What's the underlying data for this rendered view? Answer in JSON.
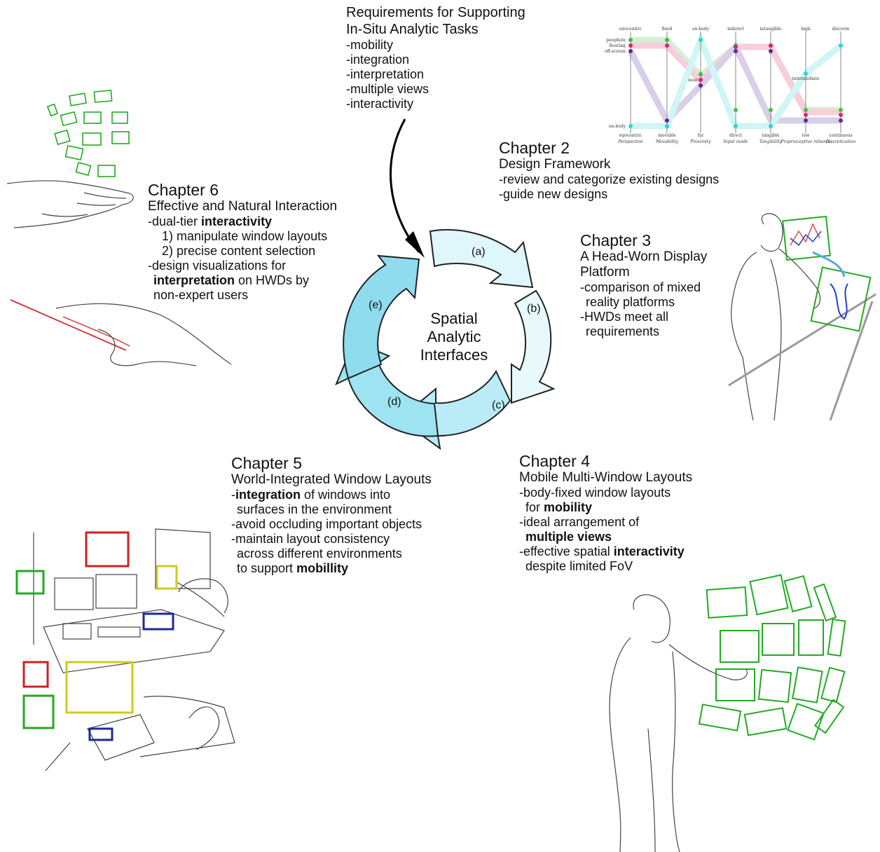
{
  "requirements": {
    "title_line1": "Requirements for Supporting",
    "title_line2": "In-Situ Analytic Tasks",
    "items": [
      "-mobility",
      "-integration",
      "-interpretation",
      "-multiple views",
      "-interactivity"
    ]
  },
  "center": {
    "line1": "Spatial",
    "line2": "Analytic",
    "line3": "Interfaces"
  },
  "cycle_labels": [
    "(a)",
    "(b)",
    "(c)",
    "(d)",
    "(e)"
  ],
  "chapter2": {
    "heading": "Chapter 2",
    "subtitle": "Design Framework",
    "line1": "-review and categorize existing designs",
    "line2": "-guide new designs"
  },
  "chapter3": {
    "heading": "Chapter 3",
    "subtitle1": "A Head-Worn Display",
    "subtitle2": "Platform",
    "line1": "-comparison of mixed",
    "line2": "reality platforms",
    "line3": "-HWDs meet all",
    "line4": "requirements"
  },
  "chapter4": {
    "heading": "Chapter 4",
    "subtitle": "Mobile Multi-Window Layouts",
    "l1": "-body-fixed window layouts",
    "l2a": "for ",
    "l2b": "mobility",
    "l3": "-ideal arrangement of",
    "l4": "multiple views",
    "l5a": "-effective spatial ",
    "l5b": "interactivity",
    "l6": "despite limited FoV"
  },
  "chapter5": {
    "heading": "Chapter 5",
    "subtitle": "World-Integrated Window Layouts",
    "l1a": "-",
    "l1b": "integration",
    "l1c": " of windows into",
    "l2": "surfaces in the environment",
    "l3": "-avoid occluding important objects",
    "l4": "-maintain layout consistency",
    "l5": "across different environments",
    "l6a": "to support ",
    "l6b": "mobillity"
  },
  "chapter6": {
    "heading": "Chapter 6",
    "subtitle": "Effective and Natural Interaction",
    "l1a": "-dual-tier ",
    "l1b": "interactivity",
    "l2": "1) manipulate window layouts",
    "l3": "2) precise content selection",
    "l4": "-design visualizations for",
    "l5a": "interpretation",
    "l5b": " on HWDs by",
    "l6": "non-expert users"
  },
  "parallel_coords": {
    "top_labels": [
      "exocentric",
      "fixed",
      "on-body",
      "indirect",
      "intangible",
      "high",
      "discrete"
    ],
    "bottom_labels": [
      "egocentric",
      "movable",
      "far",
      "direct",
      "tangible",
      "low",
      "continuous"
    ],
    "axis_names": [
      "Perspective",
      "Movability",
      "Proximity",
      "Input mode",
      "Tangibility",
      "Proprioceptive reliance",
      "Discretization"
    ],
    "legend": [
      "peephole",
      "floating",
      "off-screen"
    ],
    "mid_labels": [
      "near",
      "intermediate"
    ],
    "bottom_left_label": "on-body",
    "colors": {
      "peephole": "#3fbf3f",
      "floating": "#e0245e",
      "offscreen": "#5a2aa0",
      "onbody": "#2ad4d4"
    }
  },
  "colors": {
    "cycle_fill": "#a8e6f3",
    "window_green": "#22aa22"
  }
}
